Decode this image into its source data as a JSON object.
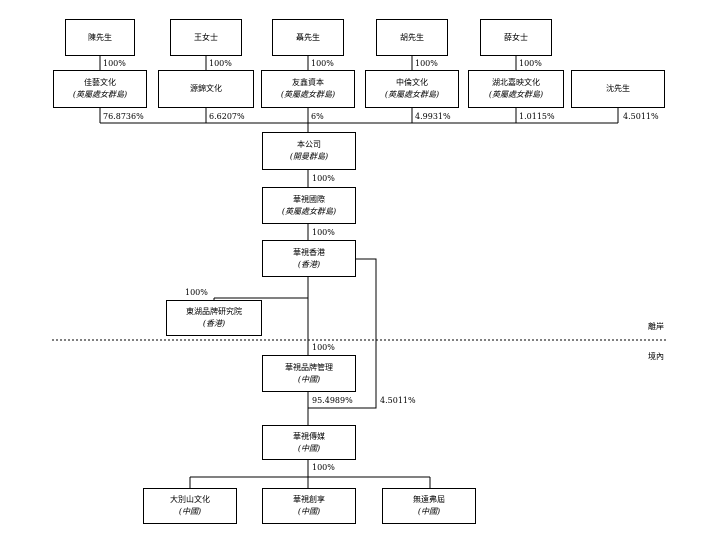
{
  "shareholders_top": [
    {
      "name": "陳先生"
    },
    {
      "name": "王女士"
    },
    {
      "name": "聶先生"
    },
    {
      "name": "胡先生"
    },
    {
      "name": "薛女士"
    }
  ],
  "top_links": [
    "100%",
    "100%",
    "100%",
    "100%",
    "100%"
  ],
  "holding_row": [
    {
      "name": "佳藝文化",
      "sub": "(英屬處女群島)"
    },
    {
      "name": "源錦文化",
      "sub": ""
    },
    {
      "name": "友鑫資本",
      "sub": "(英屬處女群島)"
    },
    {
      "name": "中倫文化",
      "sub": "(英屬處女群島)"
    },
    {
      "name": "湖北嘉映文化",
      "sub": "(英屬處女群島)"
    },
    {
      "name": "沈先生",
      "sub": ""
    }
  ],
  "holding_pct": [
    "76.8736%",
    "6.6207%",
    "6%",
    "4.9931%",
    "1.0115%",
    "4.5011%"
  ],
  "company": {
    "name": "本公司",
    "sub": "(開曼群島)"
  },
  "pct_company_to_intl": "100%",
  "intl": {
    "name": "華視國際",
    "sub": "(英屬處女群島)"
  },
  "pct_intl_to_hk": "100%",
  "hk": {
    "name": "華視香港",
    "sub": "(香港)"
  },
  "pct_hk_to_inst": "100%",
  "institute": {
    "name": "東湖品牌研究院",
    "sub": "(香港)"
  },
  "offshore_label": "離岸",
  "onshore_label": "境內",
  "pct_hk_to_brand": "100%",
  "brand": {
    "name": "華視品牌管理",
    "sub": "(中國)"
  },
  "pct_brand_to_media": "95.4989%",
  "pct_hk_to_media": "4.5011%",
  "media": {
    "name": "華視傳媒",
    "sub": "(中國)"
  },
  "pct_media_to_subs": "100%",
  "subs": [
    {
      "name": "大別山文化",
      "sub": "(中國)"
    },
    {
      "name": "華視創享",
      "sub": "(中國)"
    },
    {
      "name": "無遠弗屆",
      "sub": "(中國)"
    }
  ]
}
